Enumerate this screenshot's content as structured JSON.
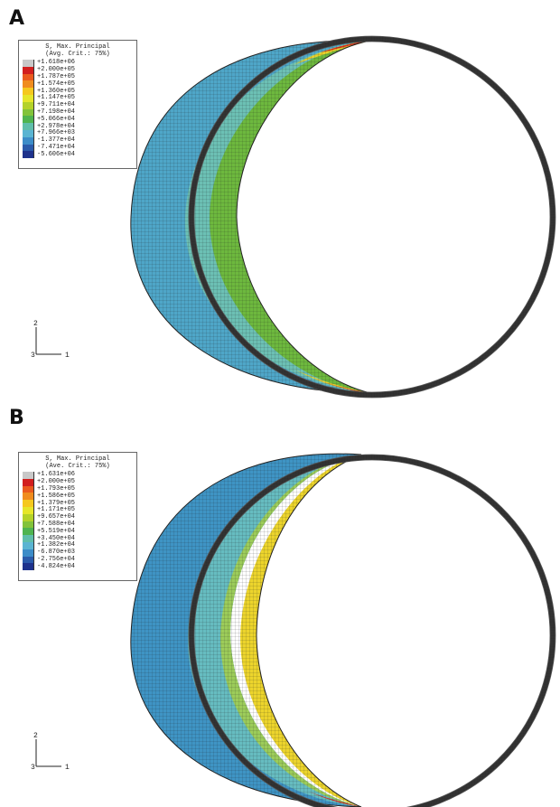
{
  "panels": [
    {
      "label": "A",
      "legend": {
        "title_line1": "S, Max. Principal",
        "title_line2": "(Avg. Crit.: 75%)",
        "entries": [
          {
            "value": "+1.618e+06",
            "color": "#c8c8c8"
          },
          {
            "value": "+2.000e+05",
            "color": "#d21e1e"
          },
          {
            "value": "+1.787e+05",
            "color": "#ea5a1e"
          },
          {
            "value": "+1.574e+05",
            "color": "#f08c1e"
          },
          {
            "value": "+1.360e+05",
            "color": "#f5c81e"
          },
          {
            "value": "+1.147e+05",
            "color": "#e6e62a"
          },
          {
            "value": "+9.711e+04",
            "color": "#b4d22a"
          },
          {
            "value": "+7.198e+04",
            "color": "#82c33a"
          },
          {
            "value": "+5.066e+04",
            "color": "#4fb44f"
          },
          {
            "value": "+2.978e+04",
            "color": "#5fbeaa"
          },
          {
            "value": "+7.966e+03",
            "color": "#5ab4d2"
          },
          {
            "value": "-1.377e+04",
            "color": "#3c8cc8"
          },
          {
            "value": "-7.471e+04",
            "color": "#2a5aaa"
          },
          {
            "value": "-5.606e+04",
            "color": "#1e328c"
          }
        ]
      },
      "axes": {
        "vertical": "2",
        "horizontal": "1",
        "origin": "3"
      }
    },
    {
      "label": "B",
      "legend": {
        "title_line1": "S, Max. Principal",
        "title_line2": "(Ave. Crit.: 75%)",
        "entries": [
          {
            "value": "+1.631e+06",
            "color": "#c8c8c8"
          },
          {
            "value": "+2.000e+05",
            "color": "#d21e1e"
          },
          {
            "value": "+1.793e+05",
            "color": "#ea5a1e"
          },
          {
            "value": "+1.586e+05",
            "color": "#f08c1e"
          },
          {
            "value": "+1.379e+05",
            "color": "#f5c81e"
          },
          {
            "value": "+1.171e+05",
            "color": "#e6e62a"
          },
          {
            "value": "+9.657e+04",
            "color": "#b4d22a"
          },
          {
            "value": "+7.588e+04",
            "color": "#82c33a"
          },
          {
            "value": "+5.519e+04",
            "color": "#4fb44f"
          },
          {
            "value": "+3.450e+04",
            "color": "#5fbeaa"
          },
          {
            "value": "+1.382e+04",
            "color": "#5ab4d2"
          },
          {
            "value": "-6.870e+03",
            "color": "#3c8cc8"
          },
          {
            "value": "-2.756e+04",
            "color": "#2a5aaa"
          },
          {
            "value": "-4.824e+04",
            "color": "#1e328c"
          }
        ]
      },
      "axes": {
        "vertical": "2",
        "horizontal": "1",
        "origin": "3"
      }
    }
  ]
}
